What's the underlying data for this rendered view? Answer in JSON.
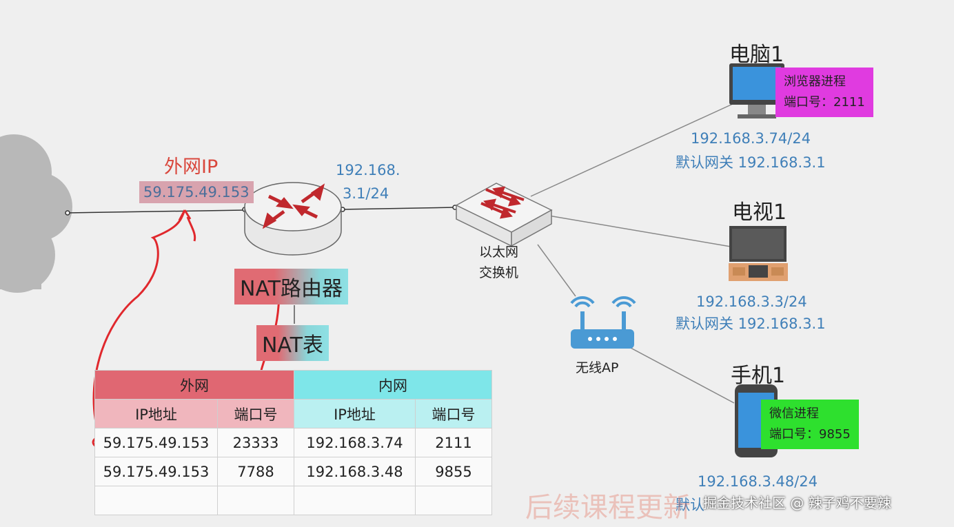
{
  "colors": {
    "background": "#efefef",
    "accent_red": "#d9473c",
    "ip_blue": "#3f7fb8",
    "ext_header": "#e06772",
    "int_header": "#7ee6e9",
    "browser_note": "#e03be0",
    "wechat_note": "#2ee02e"
  },
  "internet": {
    "icon": "cloud-icon"
  },
  "router": {
    "wan_label": "外网IP",
    "wan_ip": "59.175.49.153",
    "lan_ip_line1": "192.168.",
    "lan_ip_line2": "3.1/24",
    "name": "NAT路由器",
    "table_label": "NAT表",
    "icon": "router-icon"
  },
  "switch": {
    "line1": "以太网",
    "line2": "交换机",
    "icon": "switch-icon"
  },
  "ap": {
    "label": "无线AP",
    "icon": "wifi-router-icon"
  },
  "devices": {
    "pc": {
      "title": "电脑1",
      "ip": "192.168.3.74/24",
      "gateway": "默认网关 192.168.3.1",
      "process": "浏览器进程",
      "port": "端口号：2111",
      "icon": "monitor-icon"
    },
    "tv": {
      "title": "电视1",
      "ip": "192.168.3.3/24",
      "gateway": "默认网关 192.168.3.1",
      "icon": "tv-icon"
    },
    "phone": {
      "title": "手机1",
      "ip": "192.168.3.48/24",
      "gateway": "默认",
      "process": "微信进程",
      "port": "端口号：9855",
      "icon": "phone-icon"
    }
  },
  "nat_table": {
    "external_header": "外网",
    "internal_header": "内网",
    "columns": [
      "IP地址",
      "端口号",
      "IP地址",
      "端口号"
    ],
    "rows": [
      [
        "59.175.49.153",
        "23333",
        "192.168.3.74",
        "2111"
      ],
      [
        "59.175.49.153",
        "7788",
        "192.168.3.48",
        "9855"
      ],
      [
        "",
        "",
        "",
        ""
      ]
    ]
  },
  "watermark": "掘金技术社区 @ 辣子鸡不要辣",
  "overlay_text": "后续课程更新"
}
